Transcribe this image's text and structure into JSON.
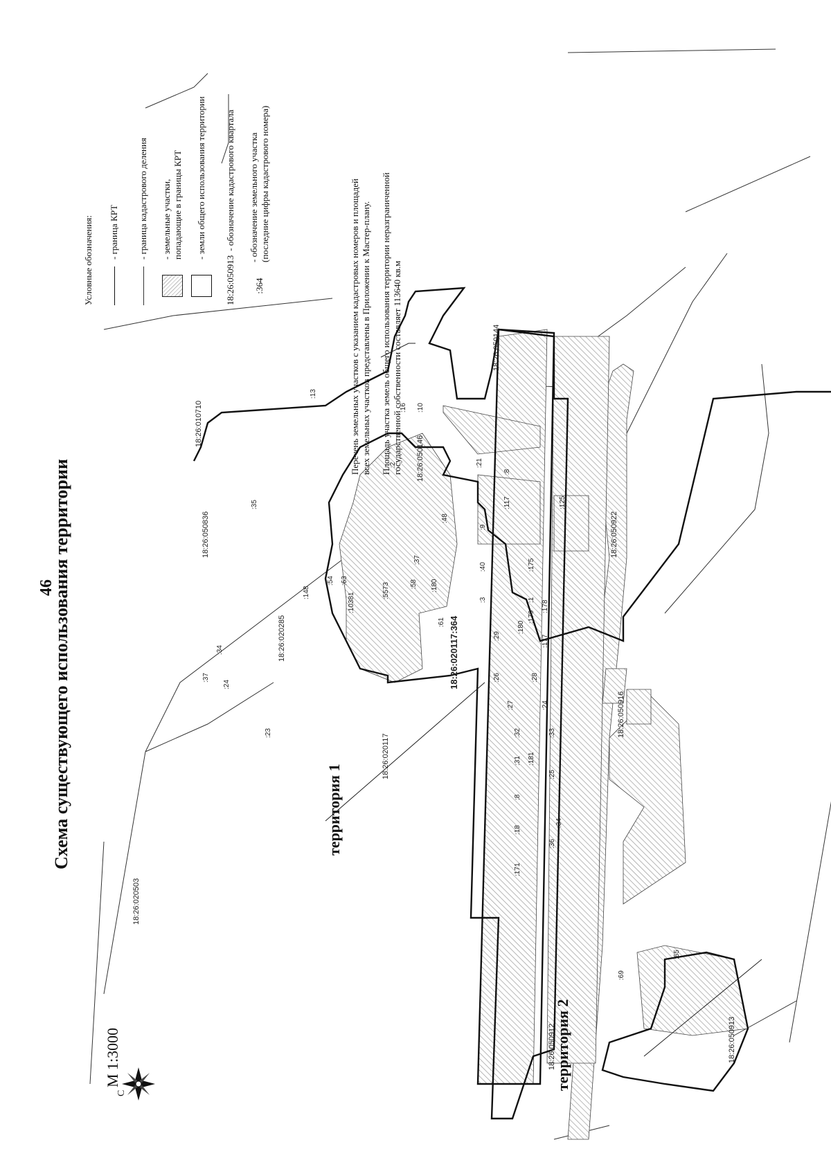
{
  "page_number": "46",
  "title": "Схема существующего использования территории",
  "scale": "М 1:3000",
  "north_letter": "С",
  "legend": {
    "heading": "Условные обозначения:",
    "krt_boundary": "- граница КРТ",
    "cadastral_division": "- граница кадастрового деления",
    "parcels_in_krt_line1": "- земельные участки,",
    "parcels_in_krt_line2": "попадающие в границы КРТ",
    "public_lands": "- земли общего использования территории",
    "quarter_example": "18:26:050913",
    "quarter_desc": "- обозначение кадастрового квартала",
    "parcel_example": ":364",
    "parcel_desc_line1": "- обозначение земельного участка",
    "parcel_desc_line2": "(последние цифры кадастрового номера)"
  },
  "notes": {
    "list_line1": "Перечень земельных участков с указанием кадастровых номеров и площадей",
    "list_line2": "всех земельных участков представлены в Приложении к Мастер-плану.",
    "area_line1": "Площадь участка земель общего использования территории неразграниченной",
    "area_line2": "государственной собственности составляет 113640 кв.м"
  },
  "territories": {
    "t1": "территория 1",
    "t2": "территория 2"
  },
  "quarters": {
    "q050836": "18:26:050836",
    "q010710": "18:26:010710",
    "q050146": "18:26:050146",
    "q020285": "18:26:020285",
    "q050144": "18:26:050144",
    "q050922": "18:26:050922",
    "q020117": "18:26:020117",
    "q050916": "18:26:050916",
    "q020503": "18:26:020503",
    "q050912": "18:26:050912",
    "q050913": "18:26:050913",
    "q050913b": "18:26:050913"
  },
  "main_parcel": "18:26:020117:364",
  "parcels": {
    "p13": ":13",
    "p16": ":16",
    "p10": ":10",
    "p21": ":21",
    "p2": ":2",
    "p8": ":8",
    "p35": ":35",
    "p117": ":117",
    "p9": ":9",
    "p125": ":125",
    "p48": ":48",
    "p37": ":37",
    "p54": ":54",
    "p63": ":63",
    "p148": ":148",
    "p58": ":58",
    "p5573": ":5573",
    "p10381": ":10381",
    "p180": ":180",
    "p61": ":61",
    "p40": ":40",
    "p175": ":175",
    "p3": ":3",
    "p1": ":1",
    "p178": ":178",
    "p179": ":179",
    "p180b": ":180",
    "p177": ":177",
    "p29": ":29",
    "p26": ":26",
    "p28": ":28",
    "p27": ":27",
    "p24": ":24",
    "p32": ":32",
    "p33": ":33",
    "p31": ":31",
    "p181": ":181",
    "p25": ":25",
    "p8b": ":8",
    "p34": ":34",
    "p36": ":36",
    "p18": ":18",
    "p171": ":171",
    "p37b": ":37",
    "p34b": ":34",
    "p24b": ":24",
    "p23": ":23",
    "p69": ":69",
    "p65": ":65"
  },
  "colors": {
    "line": "#111111",
    "hatch": "#bdbdbd",
    "paper": "#ffffff"
  }
}
